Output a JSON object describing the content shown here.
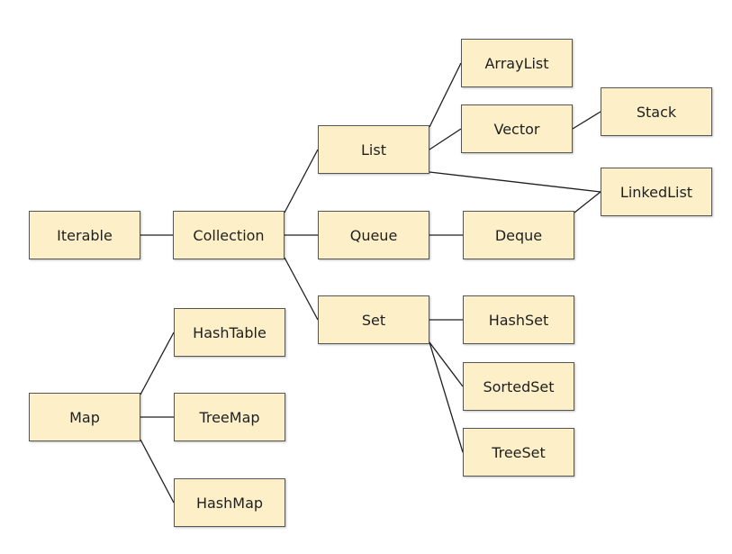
{
  "colors": {
    "node_fill": "#fdf0c9",
    "node_border": "#555555",
    "edge": "#1f1f1f",
    "background": "#ffffff"
  },
  "nodes": {
    "iterable": "Iterable",
    "collection": "Collection",
    "list": "List",
    "queue": "Queue",
    "set": "Set",
    "arraylist": "ArrayList",
    "vector": "Vector",
    "stack": "Stack",
    "linkedlist": "LinkedList",
    "deque": "Deque",
    "hashset": "HashSet",
    "sortedset": "SortedSet",
    "treeset": "TreeSet",
    "map": "Map",
    "hashtable": "HashTable",
    "treemap": "TreeMap",
    "hashmap": "HashMap"
  },
  "edges": [
    [
      "iterable",
      "collection"
    ],
    [
      "collection",
      "list"
    ],
    [
      "collection",
      "queue"
    ],
    [
      "collection",
      "set"
    ],
    [
      "list",
      "arraylist"
    ],
    [
      "list",
      "vector"
    ],
    [
      "list",
      "linkedlist"
    ],
    [
      "vector",
      "stack"
    ],
    [
      "queue",
      "deque"
    ],
    [
      "deque",
      "linkedlist"
    ],
    [
      "set",
      "hashset"
    ],
    [
      "set",
      "sortedset"
    ],
    [
      "set",
      "treeset"
    ],
    [
      "map",
      "hashtable"
    ],
    [
      "map",
      "treemap"
    ],
    [
      "map",
      "hashmap"
    ]
  ]
}
